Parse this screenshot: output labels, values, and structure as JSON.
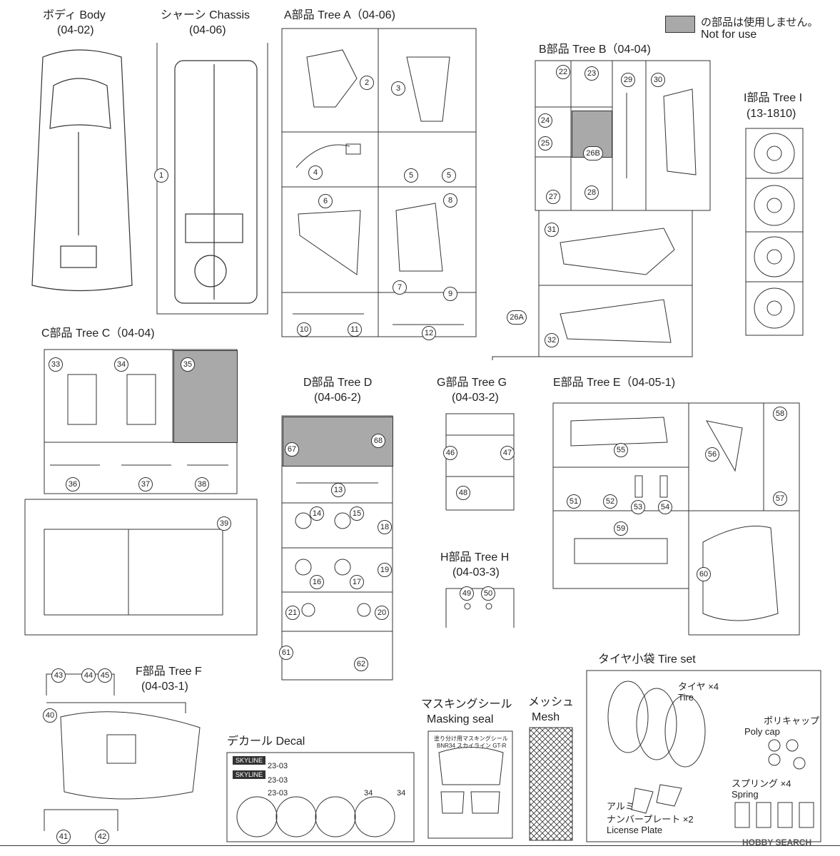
{
  "legend": {
    "line1": "の部品は使用しません。",
    "line2": "Not for use",
    "swatch_color": "#a9a9a9"
  },
  "body": {
    "title": "ボディ Body",
    "code": "(04-02)"
  },
  "chassis": {
    "title": "シャーシ Chassis",
    "code": "(04-06)",
    "part": "1"
  },
  "tree_a": {
    "title": "A部品 Tree A（04-06)",
    "parts": [
      "2",
      "3",
      "4",
      "5",
      "5",
      "6",
      "7",
      "8",
      "9",
      "10",
      "11",
      "12"
    ]
  },
  "tree_b": {
    "title": "B部品 Tree B（04-04)",
    "parts": [
      "22",
      "23",
      "24",
      "25",
      "26B",
      "27",
      "28",
      "29",
      "30",
      "31",
      "26A",
      "32"
    ]
  },
  "tree_i": {
    "title": "I部品 Tree I",
    "code": "(13-1810)"
  },
  "tree_c": {
    "title": "C部品 Tree C（04-04)",
    "parts": [
      "33",
      "34",
      "35",
      "36",
      "37",
      "38",
      "39"
    ]
  },
  "tree_d": {
    "title": "D部品 Tree D",
    "code": "(04-06-2)",
    "parts": [
      "67",
      "68",
      "13",
      "14",
      "15",
      "18",
      "16",
      "17",
      "19",
      "21",
      "20",
      "61",
      "62"
    ]
  },
  "tree_g": {
    "title": "G部品 Tree G",
    "code": "(04-03-2)",
    "parts": [
      "46",
      "47",
      "48"
    ]
  },
  "tree_e": {
    "title": "E部品 Tree E（04-05-1)",
    "parts": [
      "58",
      "55",
      "56",
      "57",
      "51",
      "52",
      "53",
      "54",
      "59",
      "60"
    ]
  },
  "tree_h": {
    "title": "H部品 Tree H",
    "code": "(04-03-3)",
    "parts": [
      "49",
      "50"
    ]
  },
  "tree_f": {
    "title": "F部品 Tree F",
    "code": "(04-03-1)",
    "parts": [
      "43",
      "44",
      "45",
      "40",
      "41",
      "42"
    ]
  },
  "decal": {
    "title": "デカール Decal",
    "plate_a": "23-03",
    "plate_b": "34",
    "logo": "SKYLINE"
  },
  "masking": {
    "title_jp": "マスキングシール",
    "title_en": "Masking seal",
    "sheet_title": "塗り分け用マスキングシール",
    "sheet_sub": "BNR34 スカイライン GT-R"
  },
  "mesh": {
    "title_jp": "メッシュ",
    "title_en": "Mesh"
  },
  "tire_set": {
    "title": "タイヤ小袋 Tire set",
    "tire_jp": "タイヤ ×4",
    "tire_en": "Tire",
    "polycap_jp": "ポリキャップ",
    "polycap_en": "Poly cap",
    "spring_jp": "スプリング ×4",
    "spring_en": "Spring",
    "plate_jp1": "アルミ",
    "plate_jp2": "ナンバープレート ×2",
    "plate_en": "License Plate"
  },
  "watermark": "HOBBY SEARCH"
}
